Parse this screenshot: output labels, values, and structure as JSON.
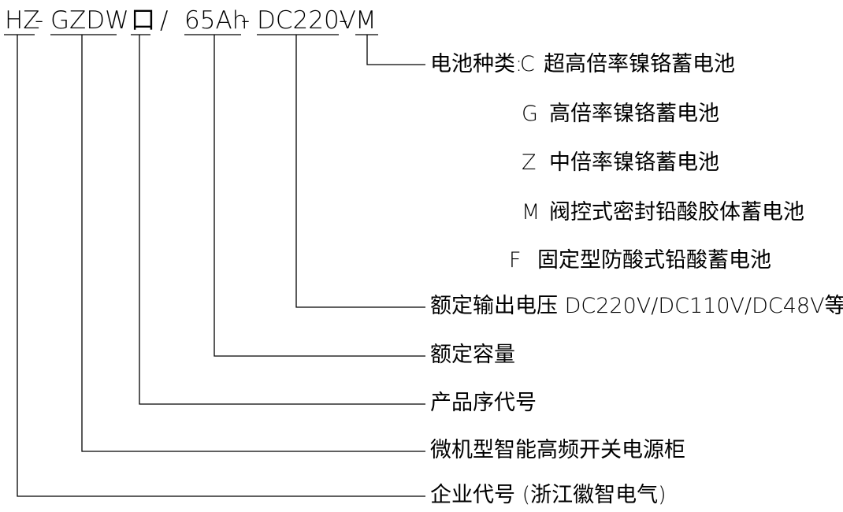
{
  "code": {
    "part1": "HZ",
    "dash1": "-",
    "part2": "GZDW",
    "part3": "口",
    "slash": "/",
    "part4": "65Ah",
    "dash2": "-",
    "part5": "DC220V",
    "dash3": "-",
    "part6": "M"
  },
  "battery_type": {
    "heading": "电池种类:",
    "options": [
      {
        "code": "C",
        "text": "超高倍率镍铬蓄电池"
      },
      {
        "code": "G",
        "text": "高倍率镍铬蓄电池"
      },
      {
        "code": "Z",
        "text": "中倍率镍铬蓄电池"
      },
      {
        "code": "M",
        "text": "阀控式密封铅酸胶体蓄电池"
      },
      {
        "code": "F",
        "text": "固定型防酸式铅酸蓄电池"
      }
    ]
  },
  "labels": {
    "voltage": "额定输出电压 DC220V/DC110V/DC48V等",
    "capacity": "额定容量",
    "serial": "产品序代号",
    "cabinet": "微机型智能高频开关电源柜",
    "company": "企业代号 (浙江徽智电气)"
  }
}
